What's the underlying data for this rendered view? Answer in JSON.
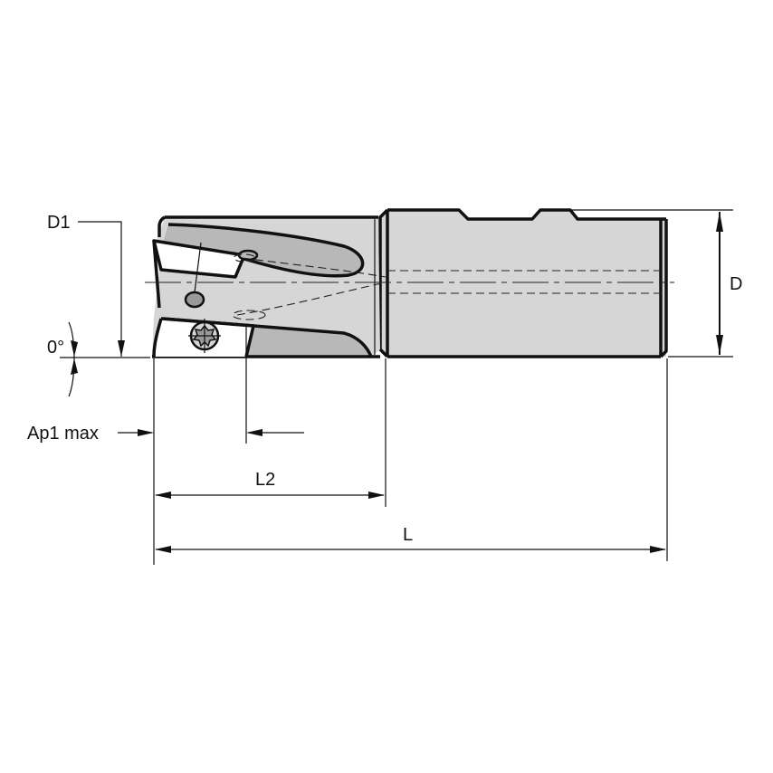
{
  "drawing": {
    "subject": "Indexable end mill with cylindrical shank",
    "colors": {
      "body_fill": "#d6d6d6",
      "flute_fill": "#b8b8b8",
      "insert_fill": "#ffffff",
      "screw_fill": "#9a9a9a",
      "line": "#111111",
      "background": "#ffffff"
    },
    "dimensions": {
      "D1": "D1",
      "D": "D",
      "angle": "0°",
      "Ap1_max": "Ap1 max",
      "L2": "L2",
      "L": "L"
    }
  }
}
